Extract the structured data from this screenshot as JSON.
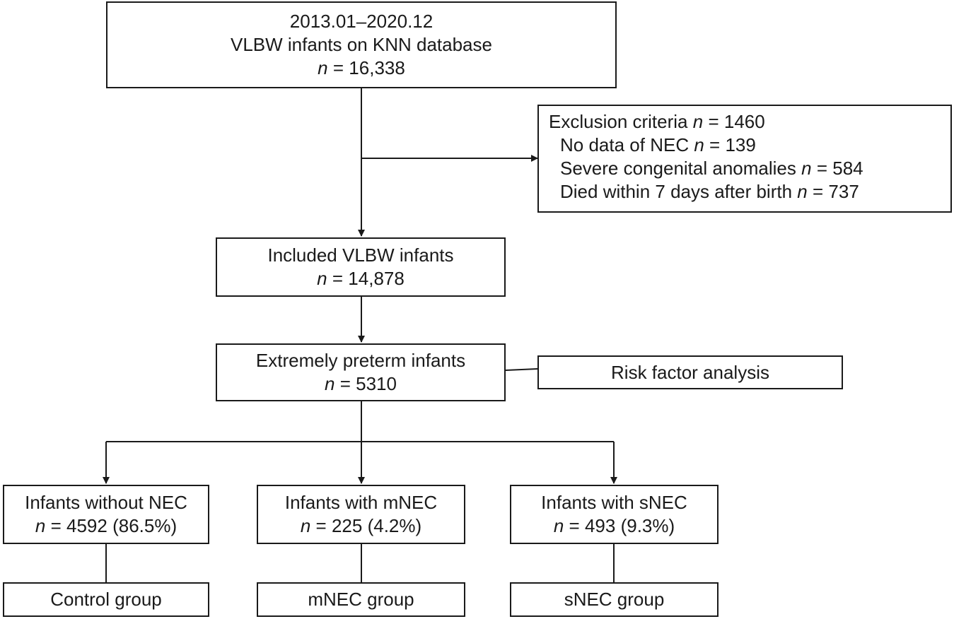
{
  "source": {
    "date_range": "2013.01–2020.12",
    "label": "VLBW infants on KNN database",
    "n": "16,338"
  },
  "exclusion": {
    "title": "Exclusion criteria",
    "n": "1460",
    "items": [
      {
        "label": "No data of NEC",
        "n": "139"
      },
      {
        "label": "Severe congenital anomalies",
        "n": "584"
      },
      {
        "label": "Died within 7 days after birth",
        "n": "737"
      }
    ]
  },
  "included": {
    "label": "Included VLBW infants",
    "n": "14,878"
  },
  "extremely_preterm": {
    "label": "Extremely preterm infants",
    "n": "5310"
  },
  "risk_factor": {
    "label": "Risk factor analysis"
  },
  "groups": [
    {
      "label": "Infants without NEC",
      "n": "4592",
      "pct": "(86.5%)",
      "group": "Control group"
    },
    {
      "label": "Infants with mNEC",
      "n": "225",
      "pct": "(4.2%)",
      "group": "mNEC group"
    },
    {
      "label": "Infants with sNEC",
      "n": "493",
      "pct": "(9.3%)",
      "group": "sNEC group"
    }
  ],
  "n_symbol": "n",
  "eq": "="
}
